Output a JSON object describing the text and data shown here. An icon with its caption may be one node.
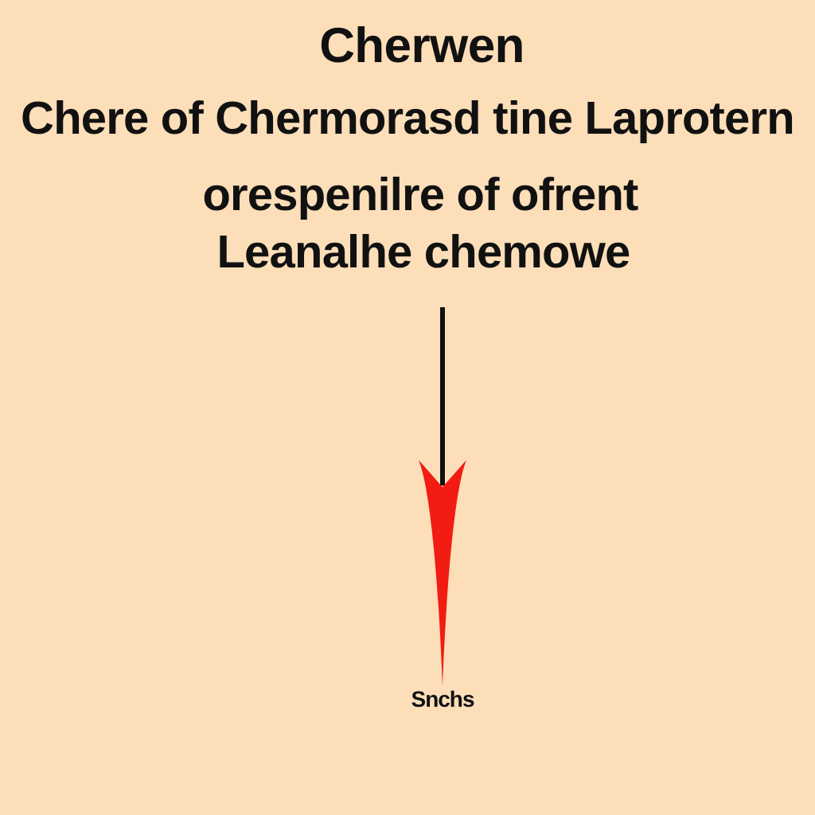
{
  "diagram": {
    "title": "Cherwen",
    "nodes": [
      {
        "text": [
          "Chere of Chermorasd tine Laprotern",
          "orespenilre of ofrent",
          "Leanalhe chemowe"
        ]
      },
      {
        "text": [
          "Snchs"
        ]
      }
    ],
    "edges": [
      {
        "from": 0,
        "to": 1,
        "arrow": "to"
      }
    ]
  }
}
